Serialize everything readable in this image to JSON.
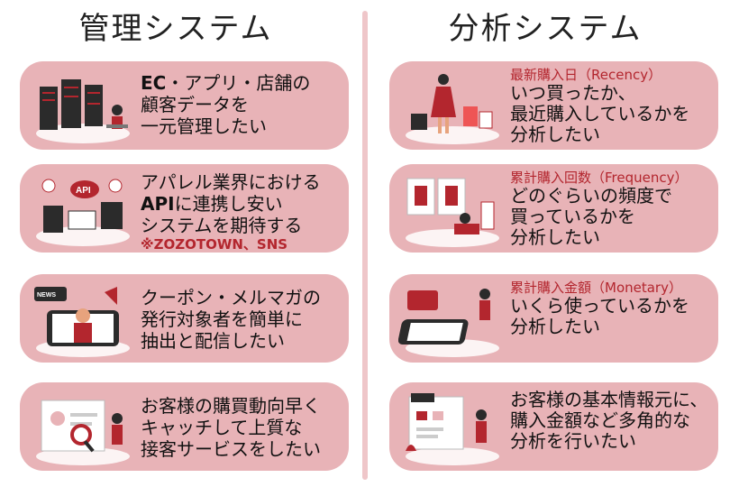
{
  "left_title": "管理システム",
  "right_title": "分析システム",
  "left_cards": [
    {
      "lead": "EC",
      "text": "・アプリ・店舗の\n顧客データを\n一元管理したい",
      "illustration": "server-rack-illustration"
    },
    {
      "lead": "",
      "line1": "アパレル業界における",
      "lead2": "API",
      "line2": "に連携し安い",
      "line3": "システムを期待する",
      "note": "※ZOZOTOWN、SNS",
      "illustration": "api-illustration"
    },
    {
      "text": "クーポン・メルマガの\n発行対象者を簡単に\n抽出と配信したい",
      "illustration": "news-illustration"
    },
    {
      "text": "お客様の購買動向早く\nキャッチして上質な\n接客サービスをしたい",
      "illustration": "customer-search-illustration"
    }
  ],
  "right_cards": [
    {
      "heading": "最新購入日（Recency）",
      "text": "いつ買ったか、\n最近購入しているかを\n分析したい",
      "illustration": "shopping-illustration"
    },
    {
      "heading": "累計購入回数（Frequency）",
      "text": "どのぐらいの頻度で\n買っているかを\n分析したい",
      "illustration": "online-shop-illustration"
    },
    {
      "heading": "累計購入金額（Monetary）",
      "text": "いくら使っているかを\n分析したい",
      "illustration": "mobile-payment-illustration"
    },
    {
      "heading": "",
      "text": "お客様の基本情報元に、\n購入金額など多角的な\n分析を行いたい",
      "illustration": "data-analysis-illustration"
    }
  ],
  "colors": {
    "card": "#e8b3b7",
    "accent": "#b3262e",
    "dark": "#2b2b2b"
  }
}
